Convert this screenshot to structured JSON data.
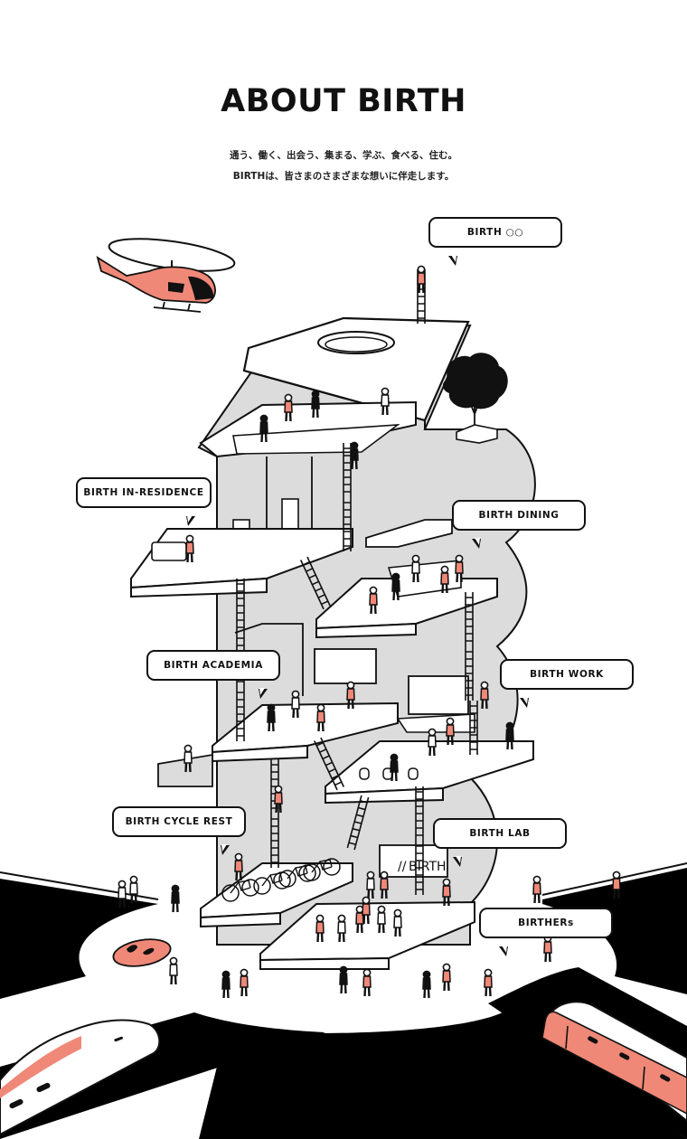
{
  "header": {
    "title": "ABOUT BIRTH",
    "lead_line_1": "通う、働く、出会う、集まる、学ぶ、食べる、住む。",
    "lead_line_2": "BIRTHは、皆さまのさまざまな想いに伴走します。"
  },
  "illustration": {
    "building_sign": "BIRTH",
    "building_sign_logo": "//",
    "colors": {
      "accent": "#F08878",
      "building": "#DCDCDC",
      "ink": "#111111",
      "road": "#000000",
      "background": "#FFFFFF"
    },
    "bubbles": [
      {
        "id": "birth-oo",
        "label": "BIRTH ○○"
      },
      {
        "id": "birth-in-residence",
        "label": "BIRTH IN-RESIDENCE"
      },
      {
        "id": "birth-dining",
        "label": "BIRTH DINING"
      },
      {
        "id": "birth-academia",
        "label": "BIRTH ACADEMIA"
      },
      {
        "id": "birth-work",
        "label": "BIRTH WORK"
      },
      {
        "id": "birth-cycle-rest",
        "label": "BIRTH CYCLE REST"
      },
      {
        "id": "birth-lab",
        "label": "BIRTH LAB"
      },
      {
        "id": "birthers",
        "label": "BIRTHERs"
      }
    ]
  }
}
